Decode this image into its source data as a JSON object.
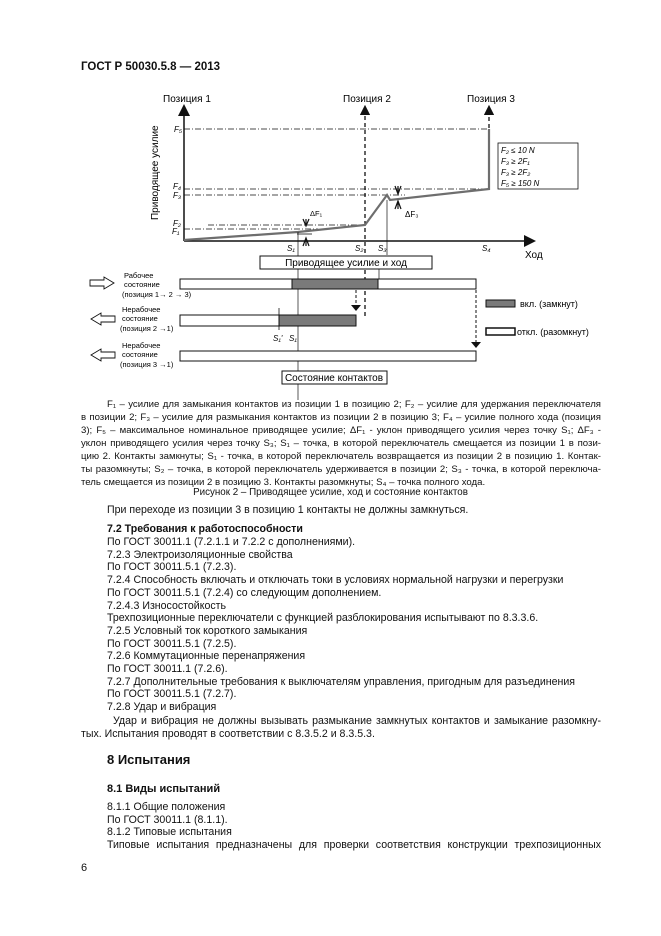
{
  "header": {
    "doc_id": "ГОСТ Р 50030.5.8 — 2013"
  },
  "figure": {
    "position_labels": [
      "Позиция 1",
      "Позиция 2",
      "Позиция 3"
    ],
    "y_axis_label": "Приводящее усилие",
    "x_axis_label": "Ход",
    "force_labels": [
      "F₅",
      "F₄",
      "F₃",
      "F₂",
      "F₁"
    ],
    "travel_labels": [
      "S₁",
      "S₂",
      "S₃",
      "S₄"
    ],
    "delta_labels": [
      "ΔF₁",
      "ΔF₃"
    ],
    "conditions": [
      "F₂ ≤ 10 N",
      "F₃ ≥ 2F₁",
      "F₃ ≥ 2F₂",
      "F₅ ≥ 150 N"
    ],
    "force_box_title": "Приводящее усилие и ход",
    "states": [
      {
        "line1": "Рабочее",
        "line2": "состояние",
        "line3": "(позиция 1→ 2 → 3)"
      },
      {
        "line1": "Нерабочее",
        "line2": "состояние",
        "line3": "(позиция 2 →1)"
      },
      {
        "line1": "Нерабочее",
        "line2": "состояние",
        "line3": "(позиция 3 →1)"
      }
    ],
    "s1_prime_label": "S₁'",
    "s1_label": "S₁",
    "legend": {
      "on": "вкл. (замкнут)",
      "off": "откл. (разомкнут)"
    },
    "contacts_box_title": "Состояние контактов",
    "colors": {
      "on": "#7a7a7a",
      "curve": "#6e6e6e",
      "line": "#111111"
    }
  },
  "caption_lines": [
    "F₁ – усилие для замыкания контактов из позиции 1 в позицию 2; F₂ – усилие для удержания переключателя",
    "в позиции 2; F₃ – усилие для размыкания контактов из позиции 2 в позицию 3; F₄ – усилие полного хода (позиция",
    "3); F₅ – максимальное номинальное приводящее усилие;  ΔF₁  - уклон приводящего усилия через точку S₁; ΔF₃ -",
    "уклон приводящего усилия через точку S₃;  S₁ – точка, в которой переключатель смещается из позиции 1 в пози-",
    "цию 2. Контакты замкнуты; S₁ - точка, в которой переключатель возвращается из позиции 2 в позицию 1. Контак-",
    "ты разомкнуты; S₂ – точка, в которой переключатель удерживается в позиции 2; S₃ - точка, в которой переключа-",
    "тель смещается из позиции 2 в позицию 3. Контакты разомкнуты; S₄ – точка полного хода."
  ],
  "figure_caption": "Рисунок 2 – Приводящее усилие, ход и состояние контактов",
  "body": {
    "p1": "При переходе из позиции 3 в позицию 1 контакты не должны замкнуться.",
    "s72_title": "7.2 Требования к работоспособности",
    "lines": [
      "По ГОСТ 30011.1 (7.2.1.1 и 7.2.2 с дополнениями).",
      "7.2.3 Электроизоляционные свойства",
      "По ГОСТ 30011.5.1 (7.2.3).",
      "7.2.4 Способность включать и отключать токи в условиях нормальной нагрузки и перегрузки",
      "По ГОСТ 30011.5.1 (7.2.4) со следующим дополнением.",
      "7.2.4.3 Износостойкость",
      "Трехпозиционные переключатели с функцией разблокирования испытывают по 8.3.3.6.",
      "7.2.5 Условный ток короткого замыкания",
      "По ГОСТ 30011.5.1 (7.2.5).",
      "7.2.6 Коммутационные перенапряжения",
      "По ГОСТ 30011.1 (7.2.6).",
      "7.2.7 Дополнительные требования к выключателям управления, пригодным для разъединения",
      "По ГОСТ 30011.5.1 (7.2.7).",
      "7.2.8 Удар и вибрация"
    ],
    "p_last_1": "Удар и вибрация не должны вызывать размыкание замкнутых контактов и замыкание разомкну-",
    "p_last_2": "тых. Испытания проводят в соответствии с 8.3.5.2 и 8.3.5.3.",
    "s8_title": "8 Испытания",
    "s81_title": "8.1 Виды испытаний",
    "s8_lines": [
      "8.1.1 Общие положения",
      "По ГОСТ 30011.1 (8.1.1).",
      "8.1.2 Типовые испытания"
    ],
    "s8_last": "Типовые испытания предназначены для проверки соответствия конструкции трехпозиционных"
  },
  "page_number": "6"
}
